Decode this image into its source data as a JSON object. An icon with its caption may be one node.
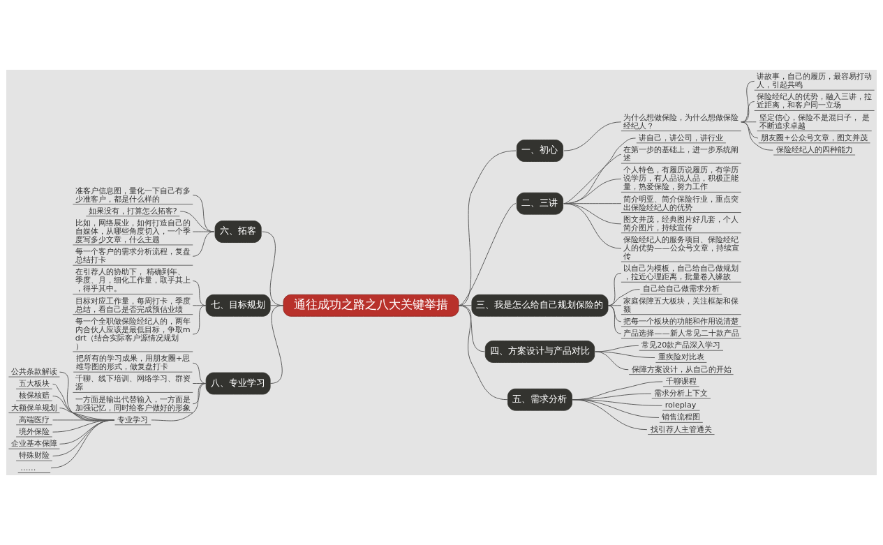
{
  "diagram": {
    "nodes": [
      {
        "text": [
          "通往成功之路之八大关键举措"
        ]
      },
      {
        "text": [
          "一、初心"
        ]
      },
      {
        "text": [
          "为什么想做保险，为什么想做保险经纪人？"
        ]
      },
      {
        "text": [
          "讲故事，自己的履历，最容易打动人，引起共鸣"
        ]
      },
      {
        "text": [
          "保险经纪人的优势，融入三讲，拉近距离，和客户同一立场"
        ]
      },
      {
        "text": [
          "坚定信心，保险不是混日子， 是不断追求卓越"
        ]
      },
      {
        "text": [
          "朋友圈+公众号文章，图文并茂"
        ]
      },
      {
        "text": [
          "保险经纪人的四种能力"
        ]
      },
      {
        "text": [
          "二、三讲"
        ]
      },
      {
        "text": [
          "讲自己，讲公司，讲行业"
        ]
      },
      {
        "text": [
          "在第一步的基础上，进一步系统阐述"
        ]
      },
      {
        "text": [
          "个人特色，有履历说履历，有学历说学历，有人品说人品，积极正能量，热爱保险，努力工作"
        ]
      },
      {
        "text": [
          "简介明亚、简介保险行业，重点突出保险经纪人的优势"
        ]
      },
      {
        "text": [
          "图文并茂，经典图片好几套，个人简介图片，持续宣传"
        ]
      },
      {
        "text": [
          "保险经纪人的服务项目、保险经纪人的优势——公众号文章，持续宣传"
        ]
      },
      {
        "text": [
          "三、我是怎么给自己规划保险的"
        ]
      },
      {
        "text": [
          "以自己为模板，自己给自己做规划，拉近心理距离，批量卷入缘故"
        ]
      },
      {
        "text": [
          "自己给自己做需求分析"
        ]
      },
      {
        "text": [
          "家庭保障五大板块，关注框架和保额"
        ]
      },
      {
        "text": [
          "把每一个板块的功能和作用说清楚"
        ]
      },
      {
        "text": [
          "产品选择——新人常见二十款产品"
        ]
      },
      {
        "text": [
          "四、方案设计与产品对比"
        ]
      },
      {
        "text": [
          "常见20款产品深入学习"
        ]
      },
      {
        "text": [
          "重疾险对比表"
        ]
      },
      {
        "text": [
          "保障方案设计，从自己的开始"
        ]
      },
      {
        "text": [
          "五、需求分析"
        ]
      },
      {
        "text": [
          "千聊课程"
        ]
      },
      {
        "text": [
          "需求分析上下文"
        ]
      },
      {
        "text": [
          "roleplay"
        ]
      },
      {
        "text": [
          "销售流程图"
        ]
      },
      {
        "text": [
          "找引荐人主管通关"
        ]
      },
      {
        "text": [
          "六、拓客"
        ]
      },
      {
        "text": [
          "准客户信息图，量化一下自己有多少准客户，都是什么样的"
        ]
      },
      {
        "text": [
          "如果没有，打算怎么拓客?"
        ]
      },
      {
        "text": [
          "比如，网络展业，如何打造自己的自媒体，从哪些角度切入，一个季度写多少文章，什么主题"
        ]
      },
      {
        "text": [
          "每一个客户的需求分析流程，复盘总结打卡"
        ]
      },
      {
        "text": [
          "七、目标规划"
        ]
      },
      {
        "text": [
          "在引荐人的协助下， 精确到年、季度、月，细化工作量，取乎其上，得乎其中。"
        ]
      },
      {
        "text": [
          "目标对应工作量，每周打卡，季度总结，看自己是否完成预估业绩"
        ]
      },
      {
        "text": [
          "每一个全职做保险经纪人的，两年内合伙人应该是最低目标，争取mdrt（结合实际客户源情况规划）"
        ]
      },
      {
        "text": [
          "八、专业学习"
        ]
      },
      {
        "text": [
          "把所有的学习成果，用朋友圈+思维导图的形式，做复盘打卡"
        ]
      },
      {
        "text": [
          "千聊、线下培训、网络学习、群资源"
        ]
      },
      {
        "text": [
          "一方面是输出代替输入，一方面是加强记忆，同时给客户做好的形象"
        ]
      },
      {
        "text": [
          "专业学习"
        ]
      },
      {
        "text": [
          "公共条款解读"
        ]
      },
      {
        "text": [
          "五大板块"
        ]
      },
      {
        "text": [
          "核保核赔"
        ]
      },
      {
        "text": [
          "大额保单规划"
        ]
      },
      {
        "text": [
          "高端医疗"
        ]
      },
      {
        "text": [
          "境外保险"
        ]
      },
      {
        "text": [
          "企业基本保障"
        ]
      },
      {
        "text": [
          "特殊财险"
        ]
      },
      {
        "text": [
          "……"
        ]
      }
    ],
    "edges": [
      {
        "from": 0,
        "to": 1,
        "arrow": "none"
      },
      {
        "from": 1,
        "to": 2,
        "arrow": "none"
      },
      {
        "from": 2,
        "to": 3,
        "arrow": "none"
      },
      {
        "from": 2,
        "to": 4,
        "arrow": "none"
      },
      {
        "from": 2,
        "to": 5,
        "arrow": "none"
      },
      {
        "from": 2,
        "to": 6,
        "arrow": "none"
      },
      {
        "from": 2,
        "to": 7,
        "arrow": "none"
      },
      {
        "from": 0,
        "to": 8,
        "arrow": "none"
      },
      {
        "from": 8,
        "to": 9,
        "arrow": "none"
      },
      {
        "from": 8,
        "to": 10,
        "arrow": "none"
      },
      {
        "from": 8,
        "to": 11,
        "arrow": "none"
      },
      {
        "from": 8,
        "to": 12,
        "arrow": "none"
      },
      {
        "from": 8,
        "to": 13,
        "arrow": "none"
      },
      {
        "from": 8,
        "to": 14,
        "arrow": "none"
      },
      {
        "from": 0,
        "to": 15,
        "arrow": "none"
      },
      {
        "from": 15,
        "to": 16,
        "arrow": "none"
      },
      {
        "from": 15,
        "to": 17,
        "arrow": "none"
      },
      {
        "from": 15,
        "to": 18,
        "arrow": "none"
      },
      {
        "from": 15,
        "to": 19,
        "arrow": "none"
      },
      {
        "from": 15,
        "to": 20,
        "arrow": "none"
      },
      {
        "from": 0,
        "to": 21,
        "arrow": "none"
      },
      {
        "from": 21,
        "to": 22,
        "arrow": "none"
      },
      {
        "from": 21,
        "to": 23,
        "arrow": "none"
      },
      {
        "from": 21,
        "to": 24,
        "arrow": "none"
      },
      {
        "from": 0,
        "to": 25,
        "arrow": "none"
      },
      {
        "from": 25,
        "to": 26,
        "arrow": "none"
      },
      {
        "from": 25,
        "to": 27,
        "arrow": "none"
      },
      {
        "from": 25,
        "to": 28,
        "arrow": "none"
      },
      {
        "from": 25,
        "to": 29,
        "arrow": "none"
      },
      {
        "from": 25,
        "to": 30,
        "arrow": "none"
      },
      {
        "from": 0,
        "to": 31,
        "arrow": "none"
      },
      {
        "from": 31,
        "to": 32,
        "arrow": "none"
      },
      {
        "from": 31,
        "to": 33,
        "arrow": "none"
      },
      {
        "from": 31,
        "to": 34,
        "arrow": "none"
      },
      {
        "from": 31,
        "to": 35,
        "arrow": "none"
      },
      {
        "from": 0,
        "to": 36,
        "arrow": "none"
      },
      {
        "from": 36,
        "to": 37,
        "arrow": "none"
      },
      {
        "from": 36,
        "to": 38,
        "arrow": "none"
      },
      {
        "from": 36,
        "to": 39,
        "arrow": "none"
      },
      {
        "from": 0,
        "to": 40,
        "arrow": "none"
      },
      {
        "from": 40,
        "to": 41,
        "arrow": "none"
      },
      {
        "from": 40,
        "to": 42,
        "arrow": "none"
      },
      {
        "from": 40,
        "to": 43,
        "arrow": "none"
      },
      {
        "from": 40,
        "to": 44,
        "arrow": "none"
      },
      {
        "from": 44,
        "to": 45,
        "arrow": "none"
      },
      {
        "from": 44,
        "to": 46,
        "arrow": "none"
      },
      {
        "from": 44,
        "to": 47,
        "arrow": "none"
      },
      {
        "from": 44,
        "to": 48,
        "arrow": "none"
      },
      {
        "from": 44,
        "to": 49,
        "arrow": "none"
      },
      {
        "from": 44,
        "to": 50,
        "arrow": "none"
      },
      {
        "from": 44,
        "to": 51,
        "arrow": "none"
      },
      {
        "from": 44,
        "to": 52,
        "arrow": "none"
      },
      {
        "from": 44,
        "to": 53,
        "arrow": "none"
      }
    ]
  }
}
